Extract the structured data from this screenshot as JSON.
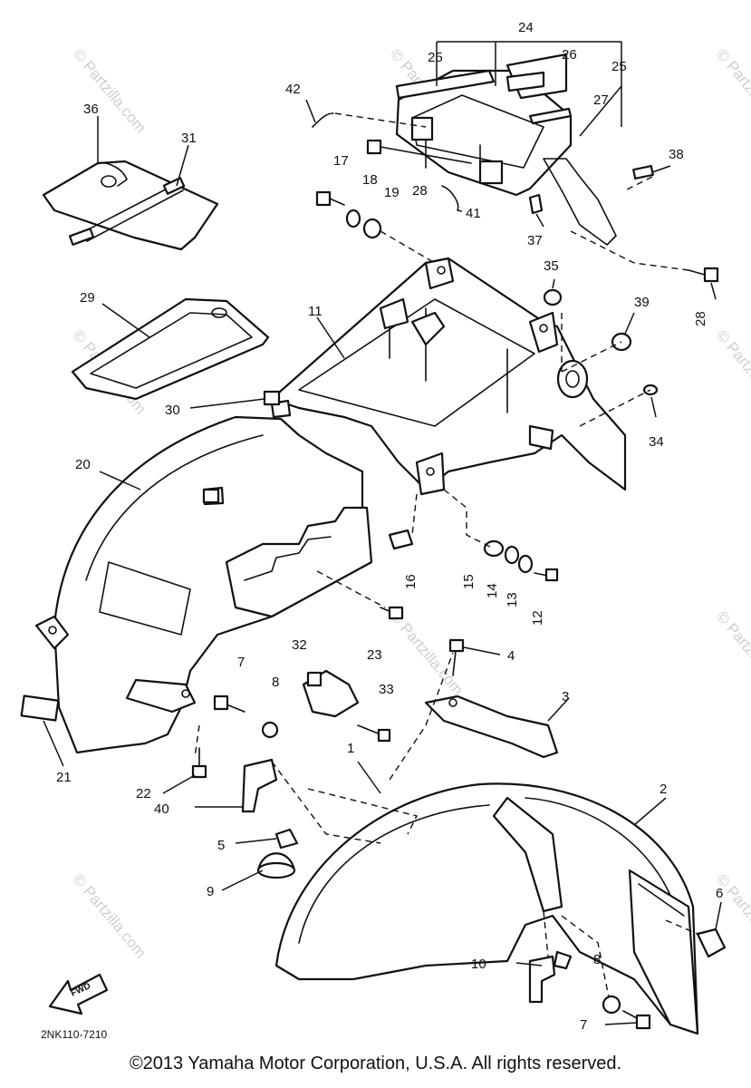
{
  "diagram_code": "2NK110-7210",
  "direction_label": "FWD",
  "copyright": "©2013 Yamaha Motor Corporation, U.S.A. All rights reserved.",
  "watermark": "© Partzilla.com",
  "callouts": [
    "1",
    "2",
    "3",
    "4",
    "5",
    "6",
    "7",
    "8",
    "9",
    "10",
    "11",
    "12",
    "13",
    "14",
    "15",
    "16",
    "17",
    "18",
    "19",
    "20",
    "21",
    "22",
    "23",
    "24",
    "25",
    "26",
    "27",
    "28",
    "29",
    "30",
    "31",
    "32",
    "33",
    "34",
    "35",
    "36",
    "37",
    "38",
    "39",
    "40",
    "41",
    "42"
  ]
}
